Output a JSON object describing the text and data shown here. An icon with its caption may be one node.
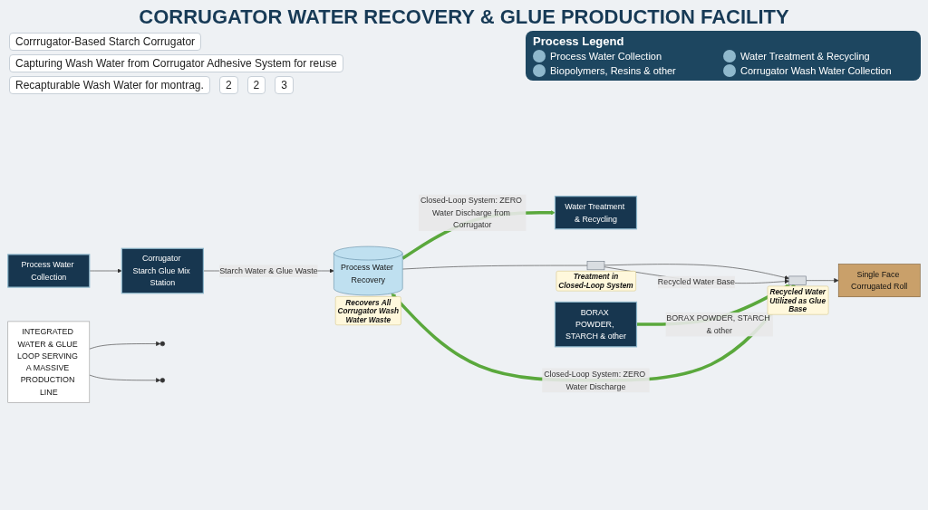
{
  "diagram": {
    "title": "CORRUGATOR WATER RECOVERY & GLUE PRODUCTION FACILITY",
    "nodes": [
      {
        "text": [
          "Process Water Collection"
        ]
      },
      {
        "text": [
          "Corrugator Starch Glue Mix Station"
        ]
      },
      {
        "text": [
          "Water Treatment & Recycling"
        ]
      },
      {
        "text": [
          "BORAX POWDER, STARCH & other"
        ]
      },
      {
        "text": [
          "Process Water Recovery"
        ],
        "beside": [
          "Recovers All Corrugator Wash Water Waste"
        ]
      },
      {
        "text": [],
        "shape": "box",
        "beside": [
          "Treatment in Closed-Loop System"
        ]
      },
      {
        "text": [],
        "shape": "box",
        "beside": [
          "Recycled Water Utilized as Glue Base"
        ]
      },
      {
        "text": [
          "Single Face Corrugated Roll"
        ]
      },
      {
        "text": [
          "INTEGRATED WATER & GLUE LOOP SERVING A MASSIVE PRODUCTION LINE"
        ]
      }
    ],
    "edges": [
      {
        "from": 0,
        "to": 1,
        "arrow": "to"
      },
      {
        "from": 1,
        "to": 4,
        "arrow": "to",
        "label": "Starch Water & Glue Waste"
      },
      {
        "from": 4,
        "to": 5,
        "arrow": "none"
      },
      {
        "from": 5,
        "to": 6,
        "arrow": "to"
      },
      {
        "from": 5,
        "to": 6,
        "arrow": "to",
        "label": "Recycled Water Base"
      },
      {
        "from": 6,
        "to": 7,
        "arrow": "to"
      },
      {
        "from": 4,
        "to": 2,
        "arrow": "to",
        "style": "thick",
        "color": "#5aa83c",
        "label": "Closed-Loop System: ZERO Water Discharge from Corrugator"
      },
      {
        "from": 3,
        "to": 6,
        "arrow": "to",
        "style": "thick",
        "color": "#5aa83c",
        "label": "BORAX POWDER, STARCH & other"
      },
      {
        "from": 6,
        "to": 4,
        "arrow": "to",
        "style": "thick",
        "color": "#5aa83c",
        "label": "Closed-Loop System: ZERO Water Discharge"
      },
      {
        "from": 8,
        "to": null,
        "arrow": "to"
      },
      {
        "from": 8,
        "to": null,
        "arrow": "to"
      }
    ],
    "labels": [
      "Corrrugator-Based Starch Corrugator",
      "Capturing Wash Water from Corrugator Adhesive System for reuse",
      "Recapturable Wash Water for montrag.",
      "2",
      "2",
      "3",
      "Process Legend"
    ],
    "legend": [
      {
        "text": "Process Water Collection"
      },
      {
        "text": "Water Treatment & Recycling"
      },
      {
        "text": "Biopolymers, Resins & other"
      },
      {
        "text": "Corrugator Wash Water Collection"
      }
    ]
  }
}
